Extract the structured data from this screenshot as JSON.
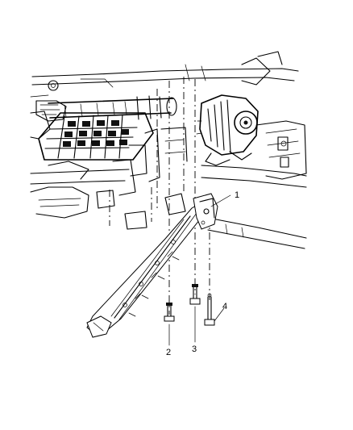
{
  "diagram": {
    "callouts": [
      {
        "id": "1",
        "label": "1"
      },
      {
        "id": "2",
        "label": "2"
      },
      {
        "id": "3",
        "label": "3"
      },
      {
        "id": "4",
        "label": "4"
      }
    ],
    "colors": {
      "ink": "#000000",
      "paper": "#ffffff"
    }
  }
}
